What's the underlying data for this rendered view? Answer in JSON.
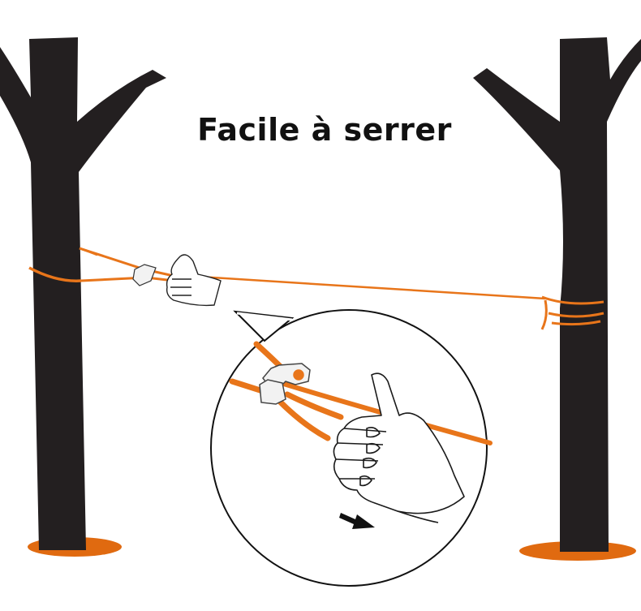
{
  "title": "Facile à serrer",
  "colors": {
    "tree": "#231f20",
    "rope": "#e8751a",
    "ground": "#e06a10",
    "outline": "#1a1a1a",
    "tensioner": "#f2f2f2"
  },
  "icons": [
    "left-tree",
    "right-tree",
    "rope",
    "hand",
    "rope-tensioner",
    "magnifier-bubble",
    "pull-arrow-icon"
  ]
}
